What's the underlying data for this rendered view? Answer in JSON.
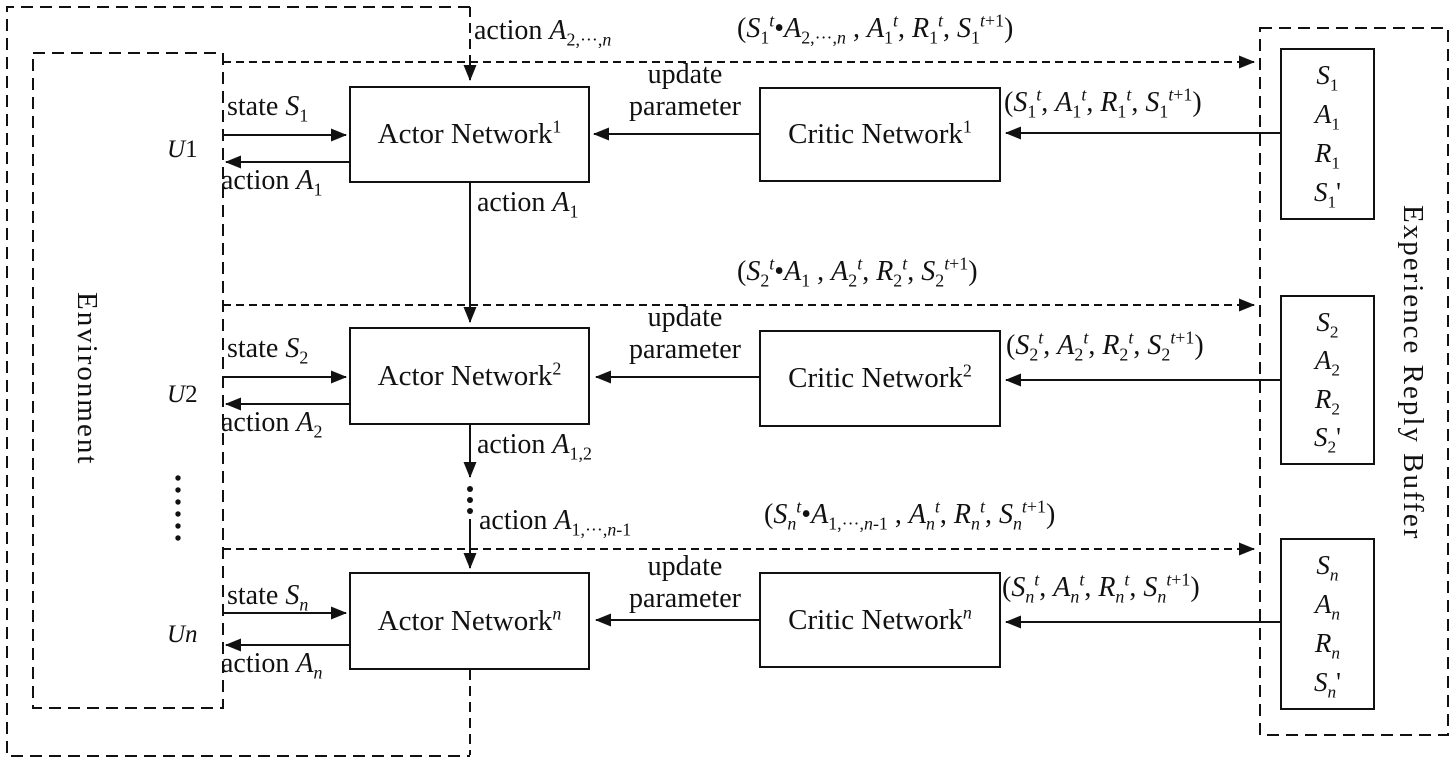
{
  "diagram": {
    "environment_label": "Environment",
    "buffer_label": "Experience Reply Buffer",
    "update_parameter_label": "update parameter",
    "chain": {
      "into_actor_1": "action <i>A</i><sub>2,···,<i>n</i></sub>",
      "actor1_to_actor2": "action <i>A</i><sub>1</sub>",
      "actor2_out": "action <i>A</i><sub>1,2</sub>",
      "into_actor_n": "action <i>A</i><sub>1,···,<i>n</i>-1</sub>"
    },
    "rows": [
      {
        "actor_label": "Actor Network<sup>1</sup>",
        "critic_label": "Critic Network<sup>1</sup>",
        "state_label": "state <i>S</i><sub>1</sub>",
        "action_label": "action <i>A</i><sub>1</sub>",
        "unit_label": "<i>U</i>1",
        "store_tuple": "(<i>S</i><sub>1</sub><sup><i>t</i></sup>•<i>A</i><sub>2,···,<i>n</i></sub> , <i>A</i><sub>1</sub><sup><i>t</i></sup>, <i>R</i><sub>1</sub><sup><i>t</i></sup>, <i>S</i><sub>1</sub><sup><i>t</i>+1</sup>)",
        "sample_tuple": "(<i>S</i><sub>1</sub><sup><i>t</i></sup>, <i>A</i><sub>1</sub><sup><i>t</i></sup>, <i>R</i><sub>1</sub><sup><i>t</i></sup>, <i>S</i><sub>1</sub><sup><i>t</i>+1</sup>)",
        "buffer_items": [
          "<i>S</i><sub>1</sub>",
          "<i>A</i><sub>1</sub>",
          "<i>R</i><sub>1</sub>",
          "<i>S</i><sub>1</sub>'"
        ]
      },
      {
        "actor_label": "Actor Network<sup>2</sup>",
        "critic_label": "Critic Network<sup>2</sup>",
        "state_label": "state <i>S</i><sub>2</sub>",
        "action_label": "action <i>A</i><sub>2</sub>",
        "unit_label": "<i>U</i>2",
        "store_tuple": "(<i>S</i><sub>2</sub><sup><i>t</i></sup>•<i>A</i><sub>1</sub> , <i>A</i><sub>2</sub><sup><i>t</i></sup>, <i>R</i><sub>2</sub><sup><i>t</i></sup>, <i>S</i><sub>2</sub><sup><i>t</i>+1</sup>)",
        "sample_tuple": "(<i>S</i><sub>2</sub><sup><i>t</i></sup>, <i>A</i><sub>2</sub><sup><i>t</i></sup>, <i>R</i><sub>2</sub><sup><i>t</i></sup>, <i>S</i><sub>2</sub><sup><i>t</i>+1</sup>)",
        "buffer_items": [
          "<i>S</i><sub>2</sub>",
          "<i>A</i><sub>2</sub>",
          "<i>R</i><sub>2</sub>",
          "<i>S</i><sub>2</sub>'"
        ]
      },
      {
        "actor_label": "Actor Network<sup><i>n</i></sup>",
        "critic_label": "Critic Network<sup><i>n</i></sup>",
        "state_label": "state <i>S</i><sub><i>n</i></sub>",
        "action_label": "action <i>A</i><sub><i>n</i></sub>",
        "unit_label": "<i>Un</i>",
        "store_tuple": "(<i>S</i><sub><i>n</i></sub><sup><i>t</i></sup>•<i>A</i><sub>1,···,<i>n</i>-1</sub> , <i>A</i><sub><i>n</i></sub><sup><i>t</i></sup>, <i>R</i><sub><i>n</i></sub><sup><i>t</i></sup>, <i>S</i><sub><i>n</i></sub><sup><i>t</i>+1</sup>)",
        "sample_tuple": "(<i>S</i><sub><i>n</i></sub><sup><i>t</i></sup>, <i>A</i><sub><i>n</i></sub><sup><i>t</i></sup>, <i>R</i><sub><i>n</i></sub><sup><i>t</i></sup>, <i>S</i><sub><i>n</i></sub><sup><i>t</i>+1</sup>)",
        "buffer_items": [
          "<i>S</i><sub><i>n</i></sub>",
          "<i>A</i><sub><i>n</i></sub>",
          "<i>R</i><sub><i>n</i></sub>",
          "<i>S</i><sub><i>n</i></sub>'"
        ]
      }
    ]
  }
}
